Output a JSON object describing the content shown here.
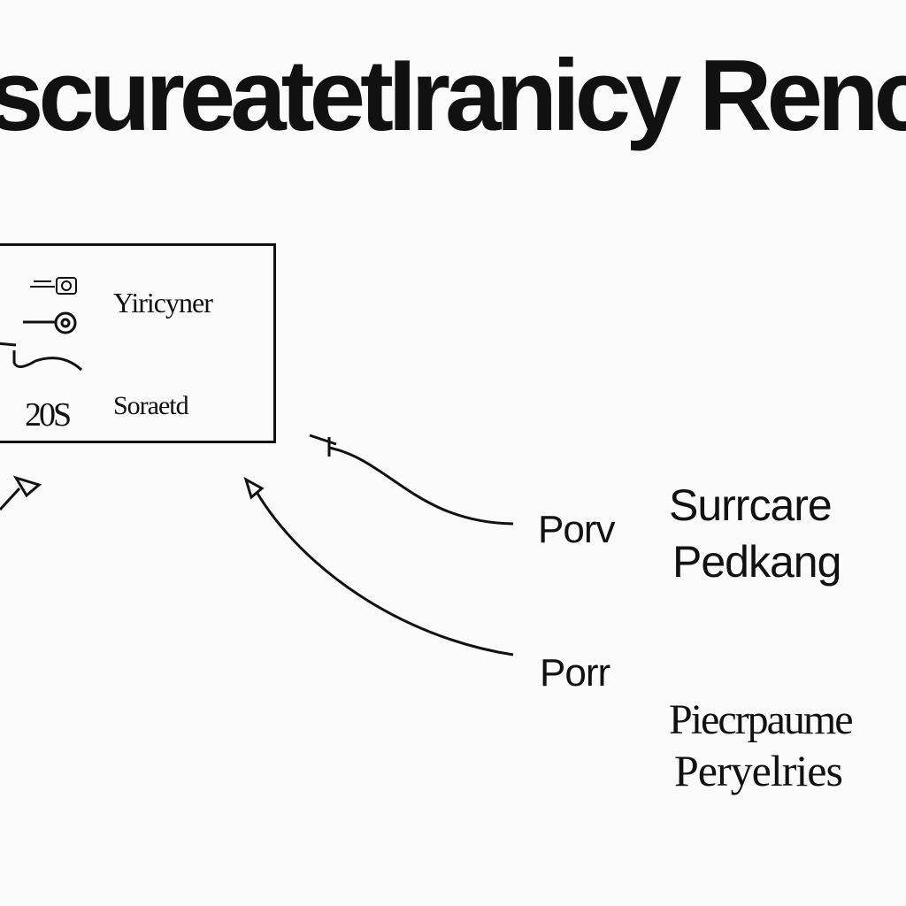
{
  "title": "scureatetIranicy Renc",
  "panel": {
    "label_top": "Yiricyner",
    "value": "20S",
    "label_bottom": "Soraetd"
  },
  "callouts": [
    {
      "label": "Porv",
      "description_line1": "Surrcare",
      "description_line2": "Pedkang"
    },
    {
      "label": "Porr",
      "description_line1": "Piecrpaume",
      "description_line2": "Peryelries"
    }
  ]
}
